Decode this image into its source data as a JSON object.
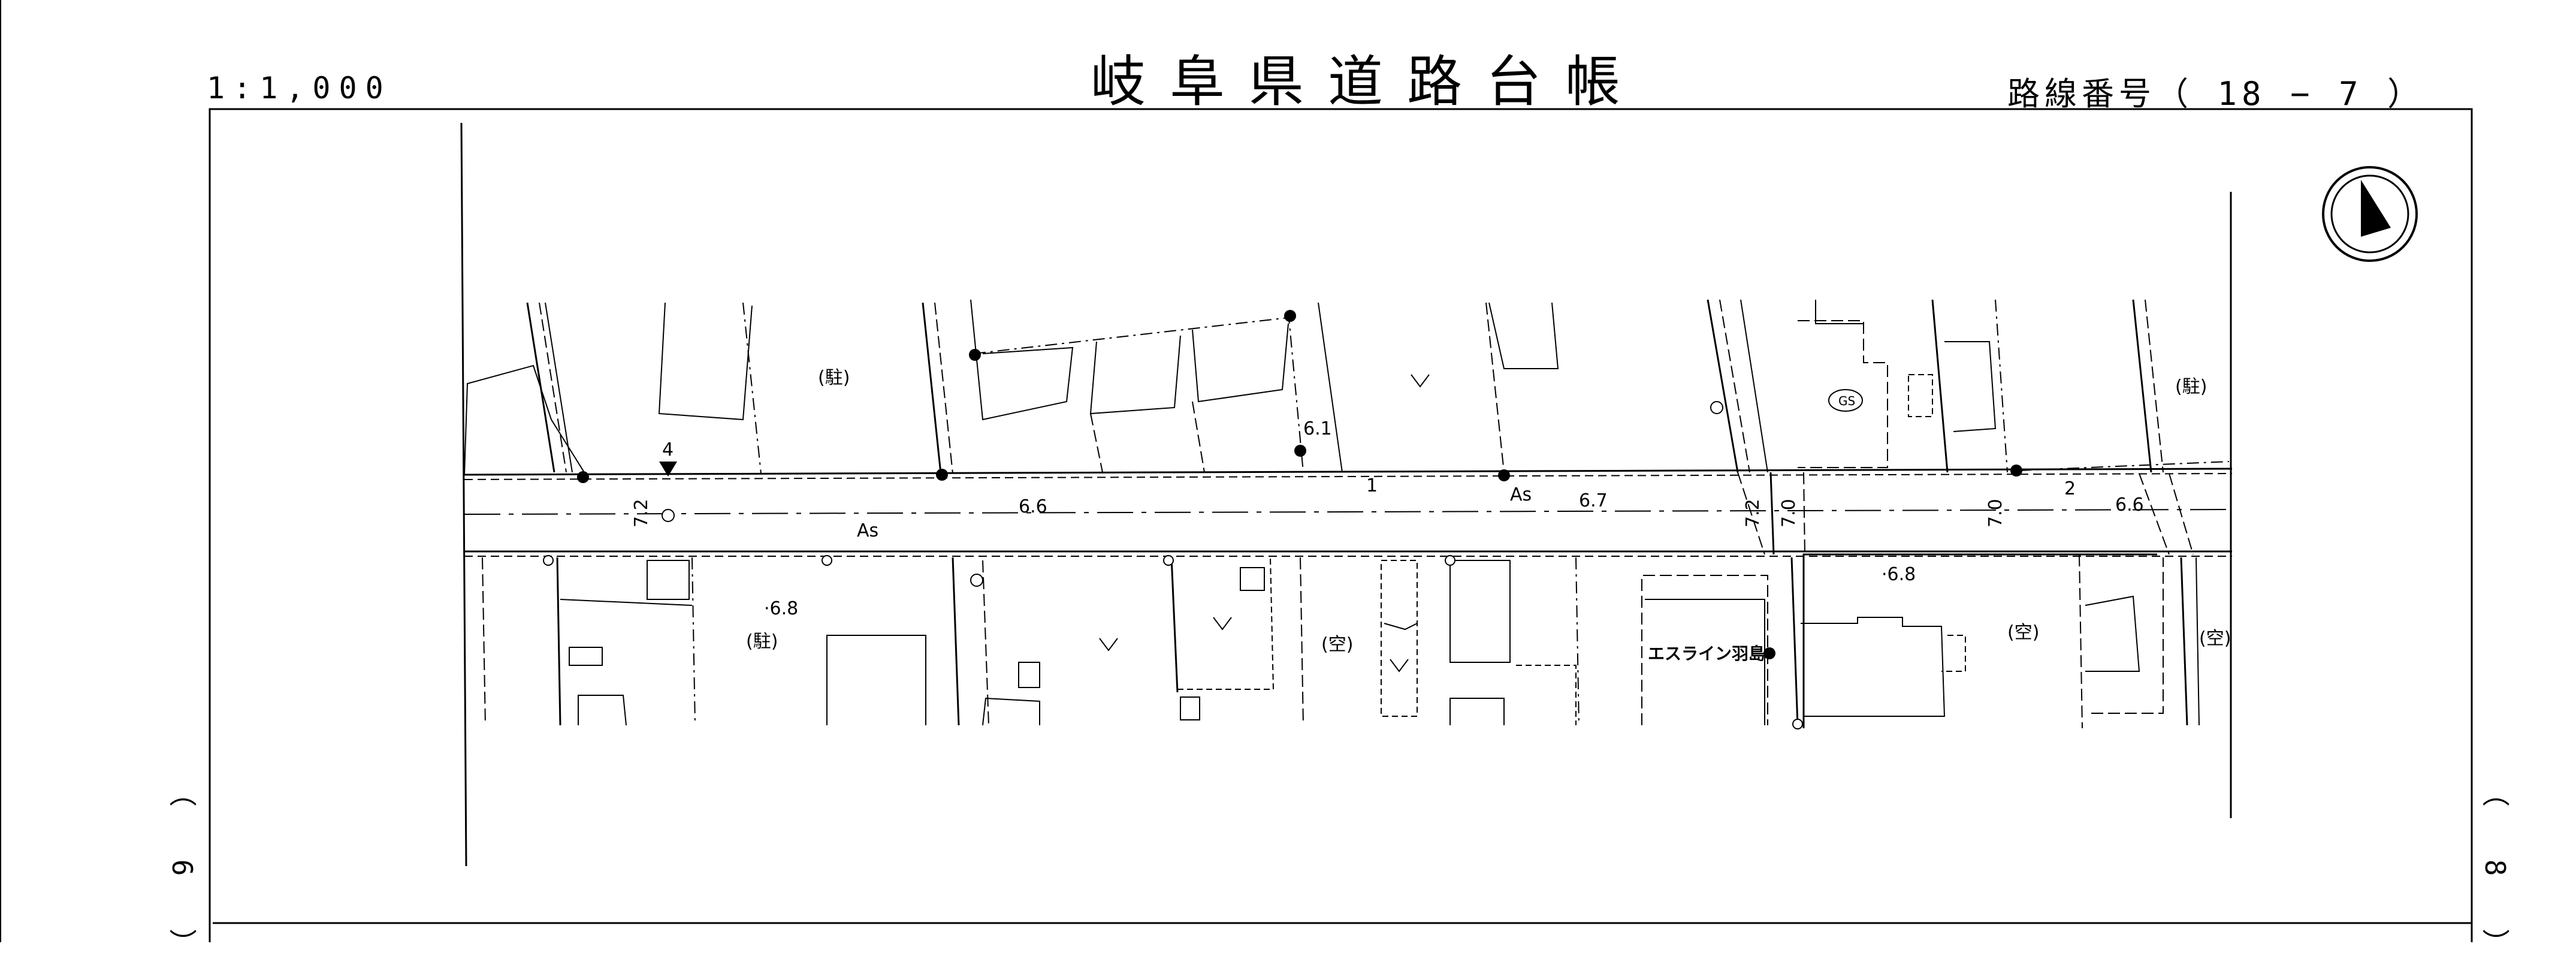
{
  "header": {
    "scale": "1:1,000",
    "title": "岐阜県道路台帳",
    "route": "路線番号（ 18 − 7 ）"
  },
  "side": {
    "left": "（ 6 ）",
    "right": "（ 8 ）"
  },
  "map": {
    "labels": [
      {
        "key": "park_n1",
        "text": "(駐)"
      },
      {
        "key": "park_n2",
        "text": "(駐)"
      },
      {
        "key": "park_s1",
        "text": "(駐)"
      },
      {
        "key": "vacant_s1",
        "text": "(空)"
      },
      {
        "key": "vacant_s2",
        "text": "(空)"
      },
      {
        "key": "vacant_s3",
        "text": "(空)"
      },
      {
        "key": "as_1",
        "text": "As"
      },
      {
        "key": "as_2",
        "text": "As"
      },
      {
        "key": "w_66",
        "text": "6.6"
      },
      {
        "key": "w_67",
        "text": "6.7"
      },
      {
        "key": "w_66b",
        "text": "6.6"
      },
      {
        "key": "w_61",
        "text": "6.1"
      },
      {
        "key": "w_68a",
        "text": "·6.8"
      },
      {
        "key": "w_68b",
        "text": "·6.8"
      },
      {
        "key": "d_72a",
        "text": "7.2"
      },
      {
        "key": "d_72b",
        "text": "7.2"
      },
      {
        "key": "d_70a",
        "text": "7.0"
      },
      {
        "key": "d_70b",
        "text": "7.0"
      },
      {
        "key": "n1",
        "text": "1"
      },
      {
        "key": "n2",
        "text": "2"
      },
      {
        "key": "n4",
        "text": "4"
      },
      {
        "key": "gs",
        "text": "GS"
      },
      {
        "key": "shop",
        "text": "エスライン羽島"
      }
    ]
  }
}
